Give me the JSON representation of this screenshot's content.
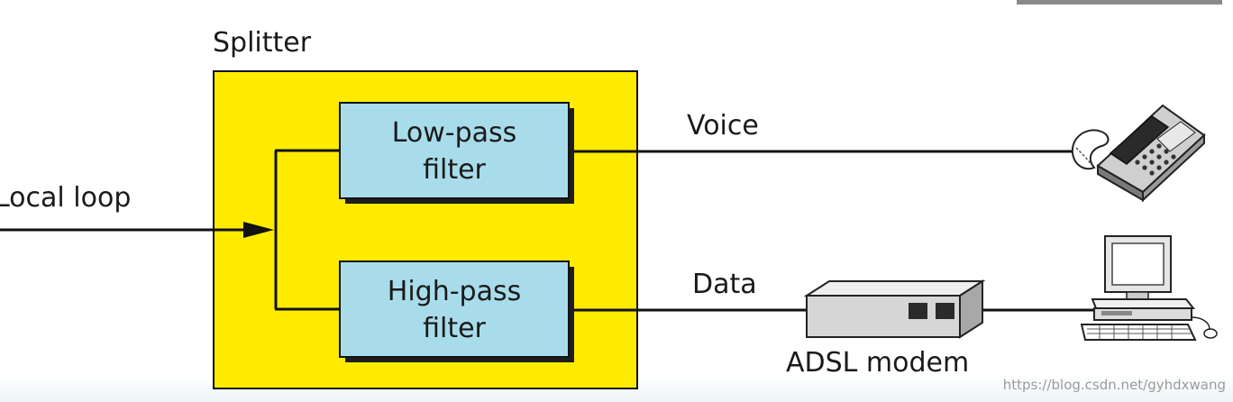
{
  "splitter": {
    "label": "Splitter"
  },
  "low_pass": {
    "line1": "Low-pass",
    "line2": "filter"
  },
  "high_pass": {
    "line1": "High-pass",
    "line2": "filter"
  },
  "labels": {
    "local_loop": "Local loop",
    "voice": "Voice",
    "data": "Data",
    "adsl_modem": "ADSL modem"
  },
  "watermark": "https://blog.csdn.net/gyhdxwang",
  "colors": {
    "splitter_fill": "#FFEB00",
    "filter_fill": "#A8DCEB",
    "line": "#111111"
  },
  "icons": [
    "telephone-icon",
    "adsl-modem-icon",
    "computer-icon"
  ]
}
